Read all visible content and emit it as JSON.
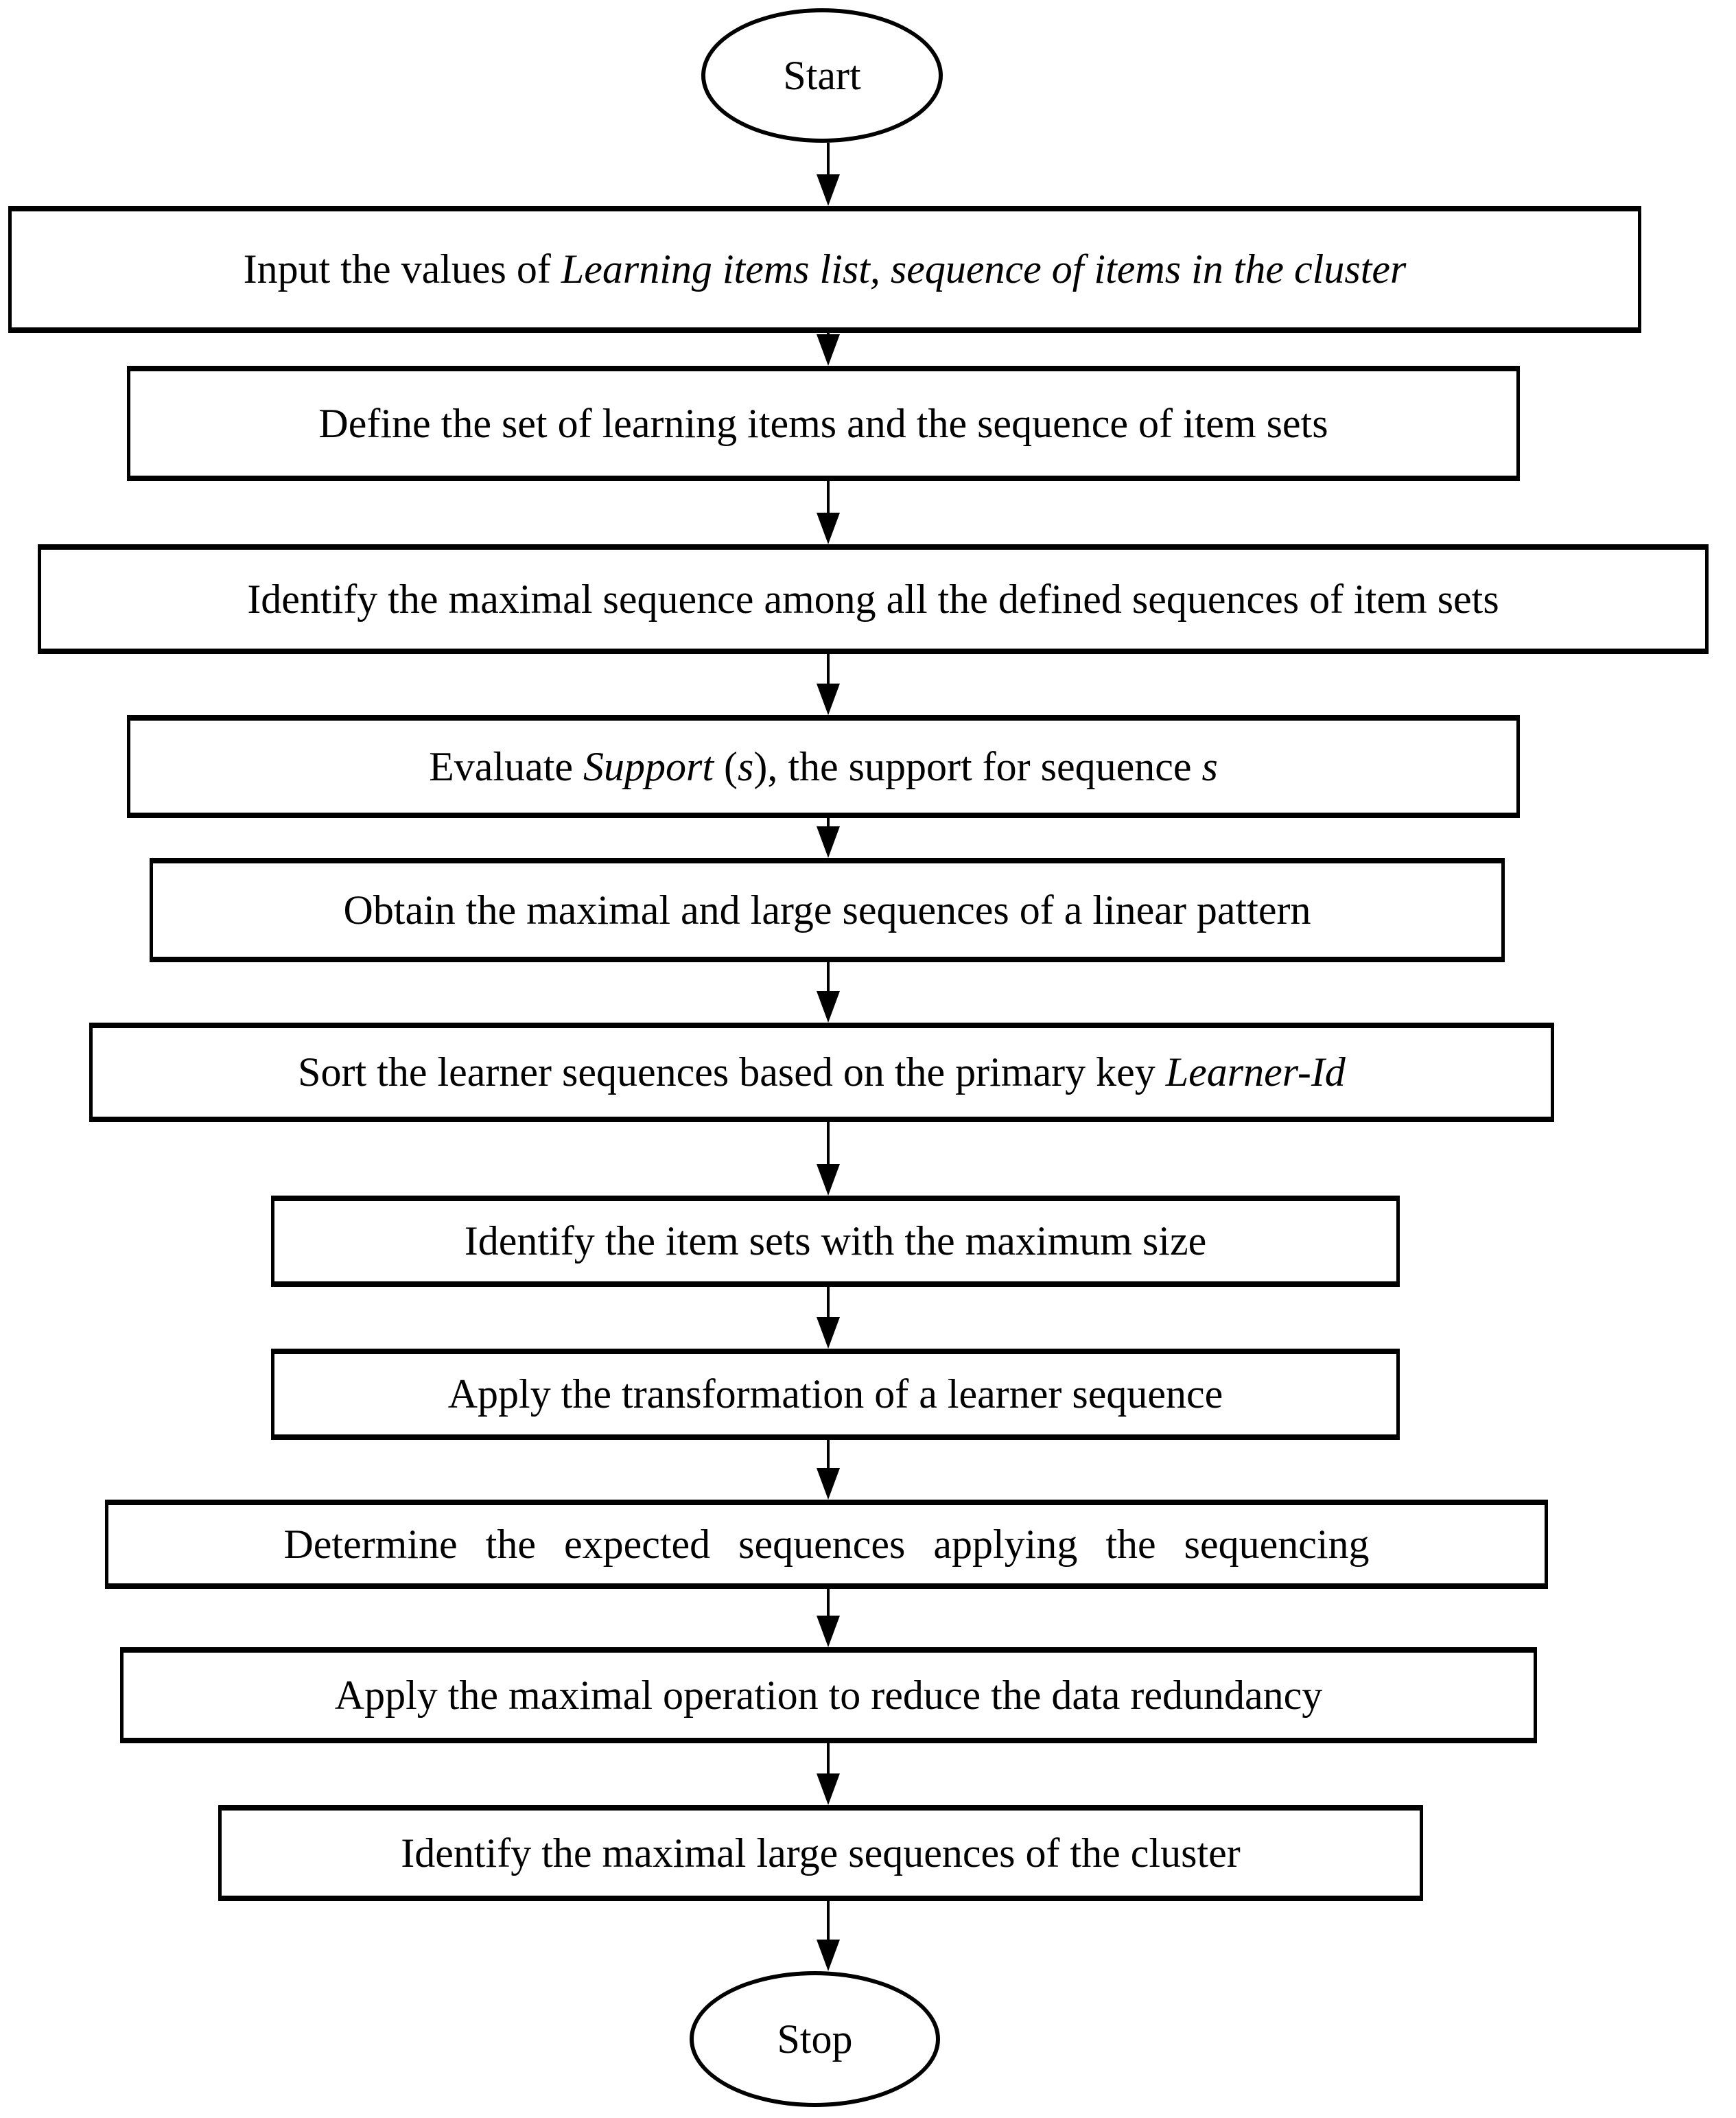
{
  "flowchart": {
    "colors": {
      "stroke": "#000000",
      "bg": "#ffffff",
      "text": "#000000"
    },
    "start": {
      "label": "Start"
    },
    "stop": {
      "label": "Stop"
    },
    "boxes": [
      {
        "segments": [
          {
            "t": "Input the values of ",
            "i": false
          },
          {
            "t": "Learning items list, sequence of items in the cluster",
            "i": true
          }
        ]
      },
      {
        "segments": [
          {
            "t": "Define the set of learning items and the sequence of item sets",
            "i": false
          }
        ]
      },
      {
        "segments": [
          {
            "t": "Identify the maximal sequence among all the defined sequences of item sets",
            "i": false
          }
        ]
      },
      {
        "segments": [
          {
            "t": "Evaluate ",
            "i": false
          },
          {
            "t": "Support",
            "i": true
          },
          {
            "t": " (",
            "i": false
          },
          {
            "t": "s",
            "i": true
          },
          {
            "t": "), the support for sequence ",
            "i": false
          },
          {
            "t": "s",
            "i": true
          }
        ]
      },
      {
        "segments": [
          {
            "t": "Obtain the maximal and large sequences of a linear pattern",
            "i": false
          }
        ]
      },
      {
        "segments": [
          {
            "t": "Sort the learner sequences based on the primary key ",
            "i": false
          },
          {
            "t": "Learner-Id",
            "i": true
          }
        ]
      },
      {
        "segments": [
          {
            "t": "Identify the item sets with the maximum size",
            "i": false
          }
        ]
      },
      {
        "segments": [
          {
            "t": "Apply the transformation of a learner sequence",
            "i": false
          }
        ]
      },
      {
        "segments": [
          {
            "t": "Determine the expected sequences applying the sequencing",
            "i": false
          }
        ]
      },
      {
        "segments": [
          {
            "t": "Apply the maximal operation to reduce the data redundancy",
            "i": false
          }
        ]
      },
      {
        "segments": [
          {
            "t": "Identify the maximal large sequences of the cluster",
            "i": false
          }
        ]
      }
    ]
  }
}
